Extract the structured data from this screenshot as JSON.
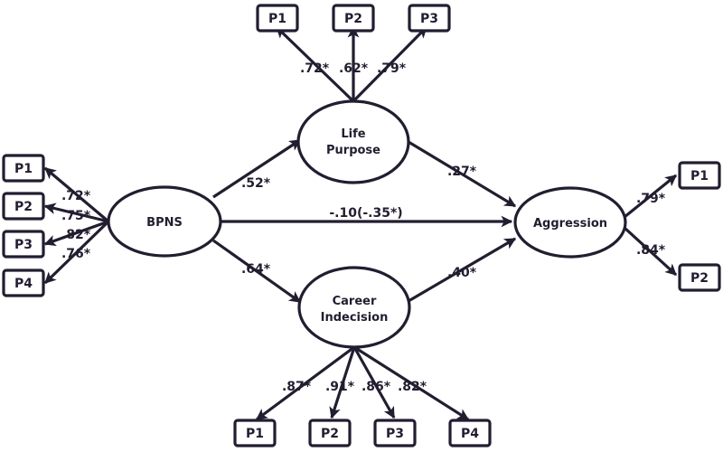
{
  "latents": {
    "bpns": {
      "lines": [
        "BPNS"
      ]
    },
    "life": {
      "lines": [
        "Life",
        "Purpose"
      ]
    },
    "career": {
      "lines": [
        "Career",
        "Indecision"
      ]
    },
    "aggression": {
      "lines": [
        "Aggression"
      ]
    }
  },
  "indicators": {
    "life": [
      "P1",
      "P2",
      "P3"
    ],
    "bpns": [
      "P1",
      "P2",
      "P3",
      "P4"
    ],
    "aggression": [
      "P1",
      "P2"
    ],
    "career": [
      "P1",
      "P2",
      "P3",
      "P4"
    ]
  },
  "loadings": {
    "life": [
      ".72*",
      ".62*",
      ".79*"
    ],
    "bpns": [
      ".72*",
      ".75*",
      ".82*",
      ".76*"
    ],
    "aggression": [
      ".79*",
      ".84*"
    ],
    "career": [
      ".87*",
      ".91*",
      ".86*",
      ".82*"
    ]
  },
  "paths": {
    "bpns_life": ".52*",
    "bpns_career": ".64*",
    "bpns_aggression": "-.10(-.35*)",
    "life_aggression": ".27*",
    "career_aggression": ".40*"
  }
}
